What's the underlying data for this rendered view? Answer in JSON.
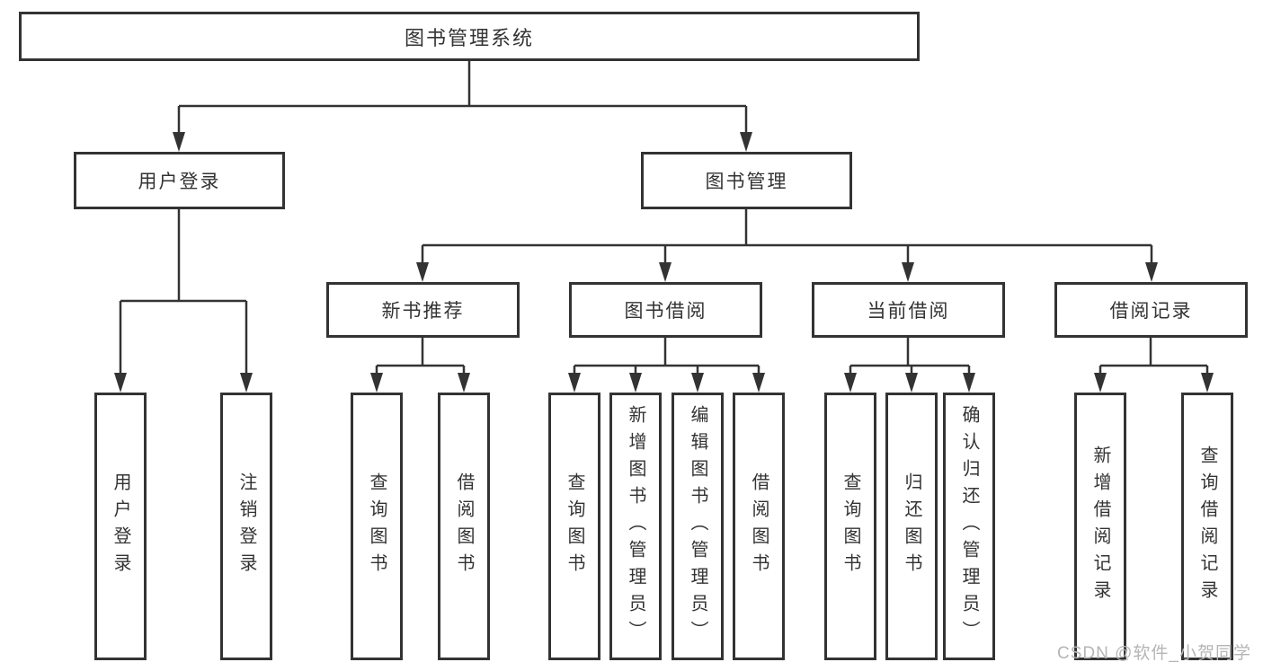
{
  "tree": {
    "root": "图书管理系统",
    "user_login": {
      "label": "用户登录",
      "children": [
        "用户登录",
        "注销登录"
      ]
    },
    "book_mgmt": {
      "label": "图书管理"
    },
    "new_book_rec": {
      "label": "新书推荐",
      "children": [
        "查询图书",
        "借阅图书"
      ]
    },
    "book_borrow": {
      "label": "图书借阅",
      "children": [
        "查询图书",
        "新增图书（管理员）",
        "编辑图书（管理员）",
        "借阅图书"
      ]
    },
    "current_borrow": {
      "label": "当前借阅",
      "children": [
        "查询图书",
        "归还图书",
        "确认归还（管理员）"
      ]
    },
    "borrow_record": {
      "label": "借阅记录",
      "children": [
        "新增借阅记录",
        "查询借阅记录"
      ]
    }
  },
  "watermark": "CSDN @软件_小贺同学",
  "colors": {
    "line": "#333333",
    "box_border": "#333333",
    "text": "#333333",
    "watermark": "#b5b5b5",
    "background": "#ffffff"
  }
}
